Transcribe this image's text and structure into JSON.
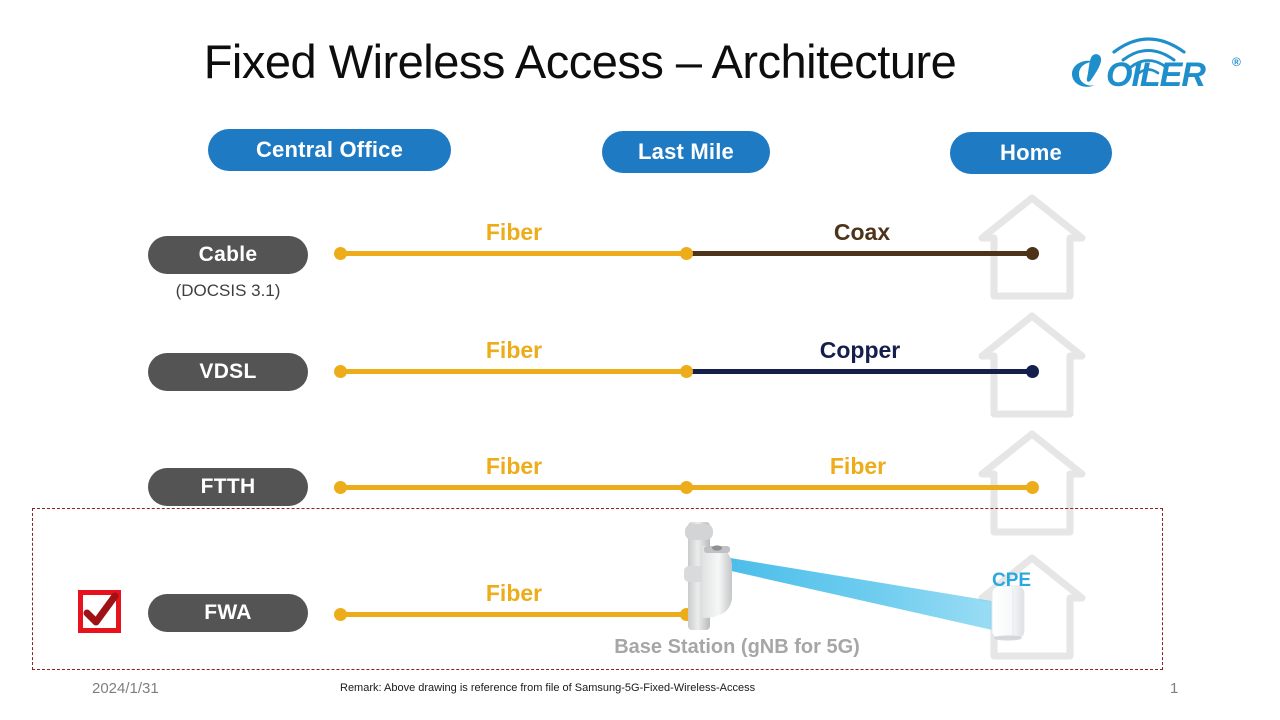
{
  "slide": {
    "title": "Fixed Wireless Access – Architecture",
    "logo": {
      "text": "OILER",
      "lead_letter": "C",
      "trademark": "®",
      "color": "#1f8fcc",
      "name": "coiler-logo"
    }
  },
  "columns": [
    {
      "label": "Central Office",
      "key": "central-office"
    },
    {
      "label": "Last Mile",
      "key": "last-mile"
    },
    {
      "label": "Home",
      "key": "home"
    }
  ],
  "rows": [
    {
      "key": "cable",
      "label": "Cable",
      "sublabel": "(DOCSIS 3.1)",
      "left_segment": {
        "label": "Fiber",
        "color": "#edad1b",
        "kind": "fiber"
      },
      "right_segment": {
        "label": "Coax",
        "color": "#4d3319",
        "kind": "coax"
      }
    },
    {
      "key": "vdsl",
      "label": "VDSL",
      "sublabel": "",
      "left_segment": {
        "label": "Fiber",
        "color": "#edad1b",
        "kind": "fiber"
      },
      "right_segment": {
        "label": "Copper",
        "color": "#141f4d",
        "kind": "copper"
      }
    },
    {
      "key": "ftth",
      "label": "FTTH",
      "sublabel": "",
      "left_segment": {
        "label": "Fiber",
        "color": "#edad1b",
        "kind": "fiber"
      },
      "right_segment": {
        "label": "Fiber",
        "color": "#edad1b",
        "kind": "fiber"
      }
    },
    {
      "key": "fwa",
      "label": "FWA",
      "sublabel": "",
      "left_segment": {
        "label": "Fiber",
        "color": "#edad1b",
        "kind": "fiber"
      },
      "right_segment": {
        "label": "",
        "color": "#45bdea",
        "kind": "wireless"
      }
    }
  ],
  "highlight": {
    "row": "fwa",
    "border_color": "#8c2222",
    "checkbox_checked": true,
    "checkbox_color": "#e8121f",
    "check_color": "#9e1115"
  },
  "fwa": {
    "base_station_caption": "Base Station (gNB for 5G)",
    "cpe_label": "CPE",
    "cpe_label_color": "#2aa8e0",
    "beam_color": "#45bdea",
    "caption_color": "#a6a6a6"
  },
  "footer": {
    "date": "2024/1/31",
    "remark": "Remark: Above drawing is reference from file of Samsung-5G-Fixed-Wireless-Access",
    "page": "1"
  },
  "theme": {
    "pill_blue": "#1f7ac4",
    "pill_gray": "#545454",
    "fiber": "#edad1b",
    "coax": "#4d3319",
    "copper": "#141f4d",
    "house_outline": "#e6e6e6"
  }
}
